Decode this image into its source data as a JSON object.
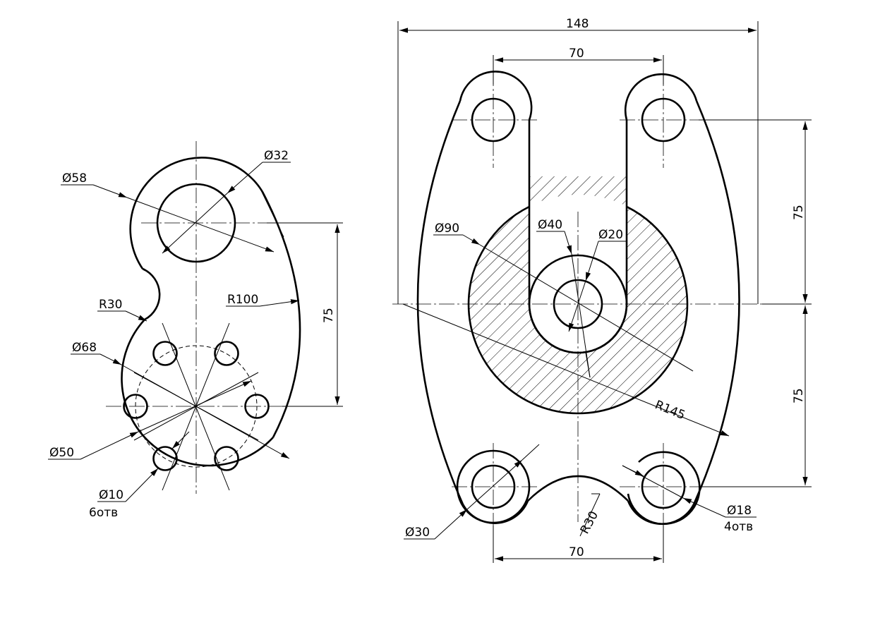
{
  "left_part": {
    "dia_outer_ring": "Ø58",
    "dia_bore": "Ø32",
    "radius_waist": "R30",
    "radius_outer": "R100",
    "dia_flange": "Ø68",
    "dia_bolt_circle": "Ø50",
    "dia_holes": "Ø10",
    "holes_count": "6отв",
    "center_distance": "75"
  },
  "right_part": {
    "overall_width": "148",
    "top_slot_spacing": "70",
    "dia_hatched": "Ø90",
    "dia_boss": "Ø40",
    "dia_center_hole": "Ø20",
    "radius_outer": "R145",
    "upper_height": "75",
    "lower_height": "75",
    "dia_lugs": "Ø30",
    "radius_notch": "R30",
    "dia_lug_holes": "Ø18",
    "lug_holes_count": "4отв",
    "bottom_spacing": "70"
  }
}
